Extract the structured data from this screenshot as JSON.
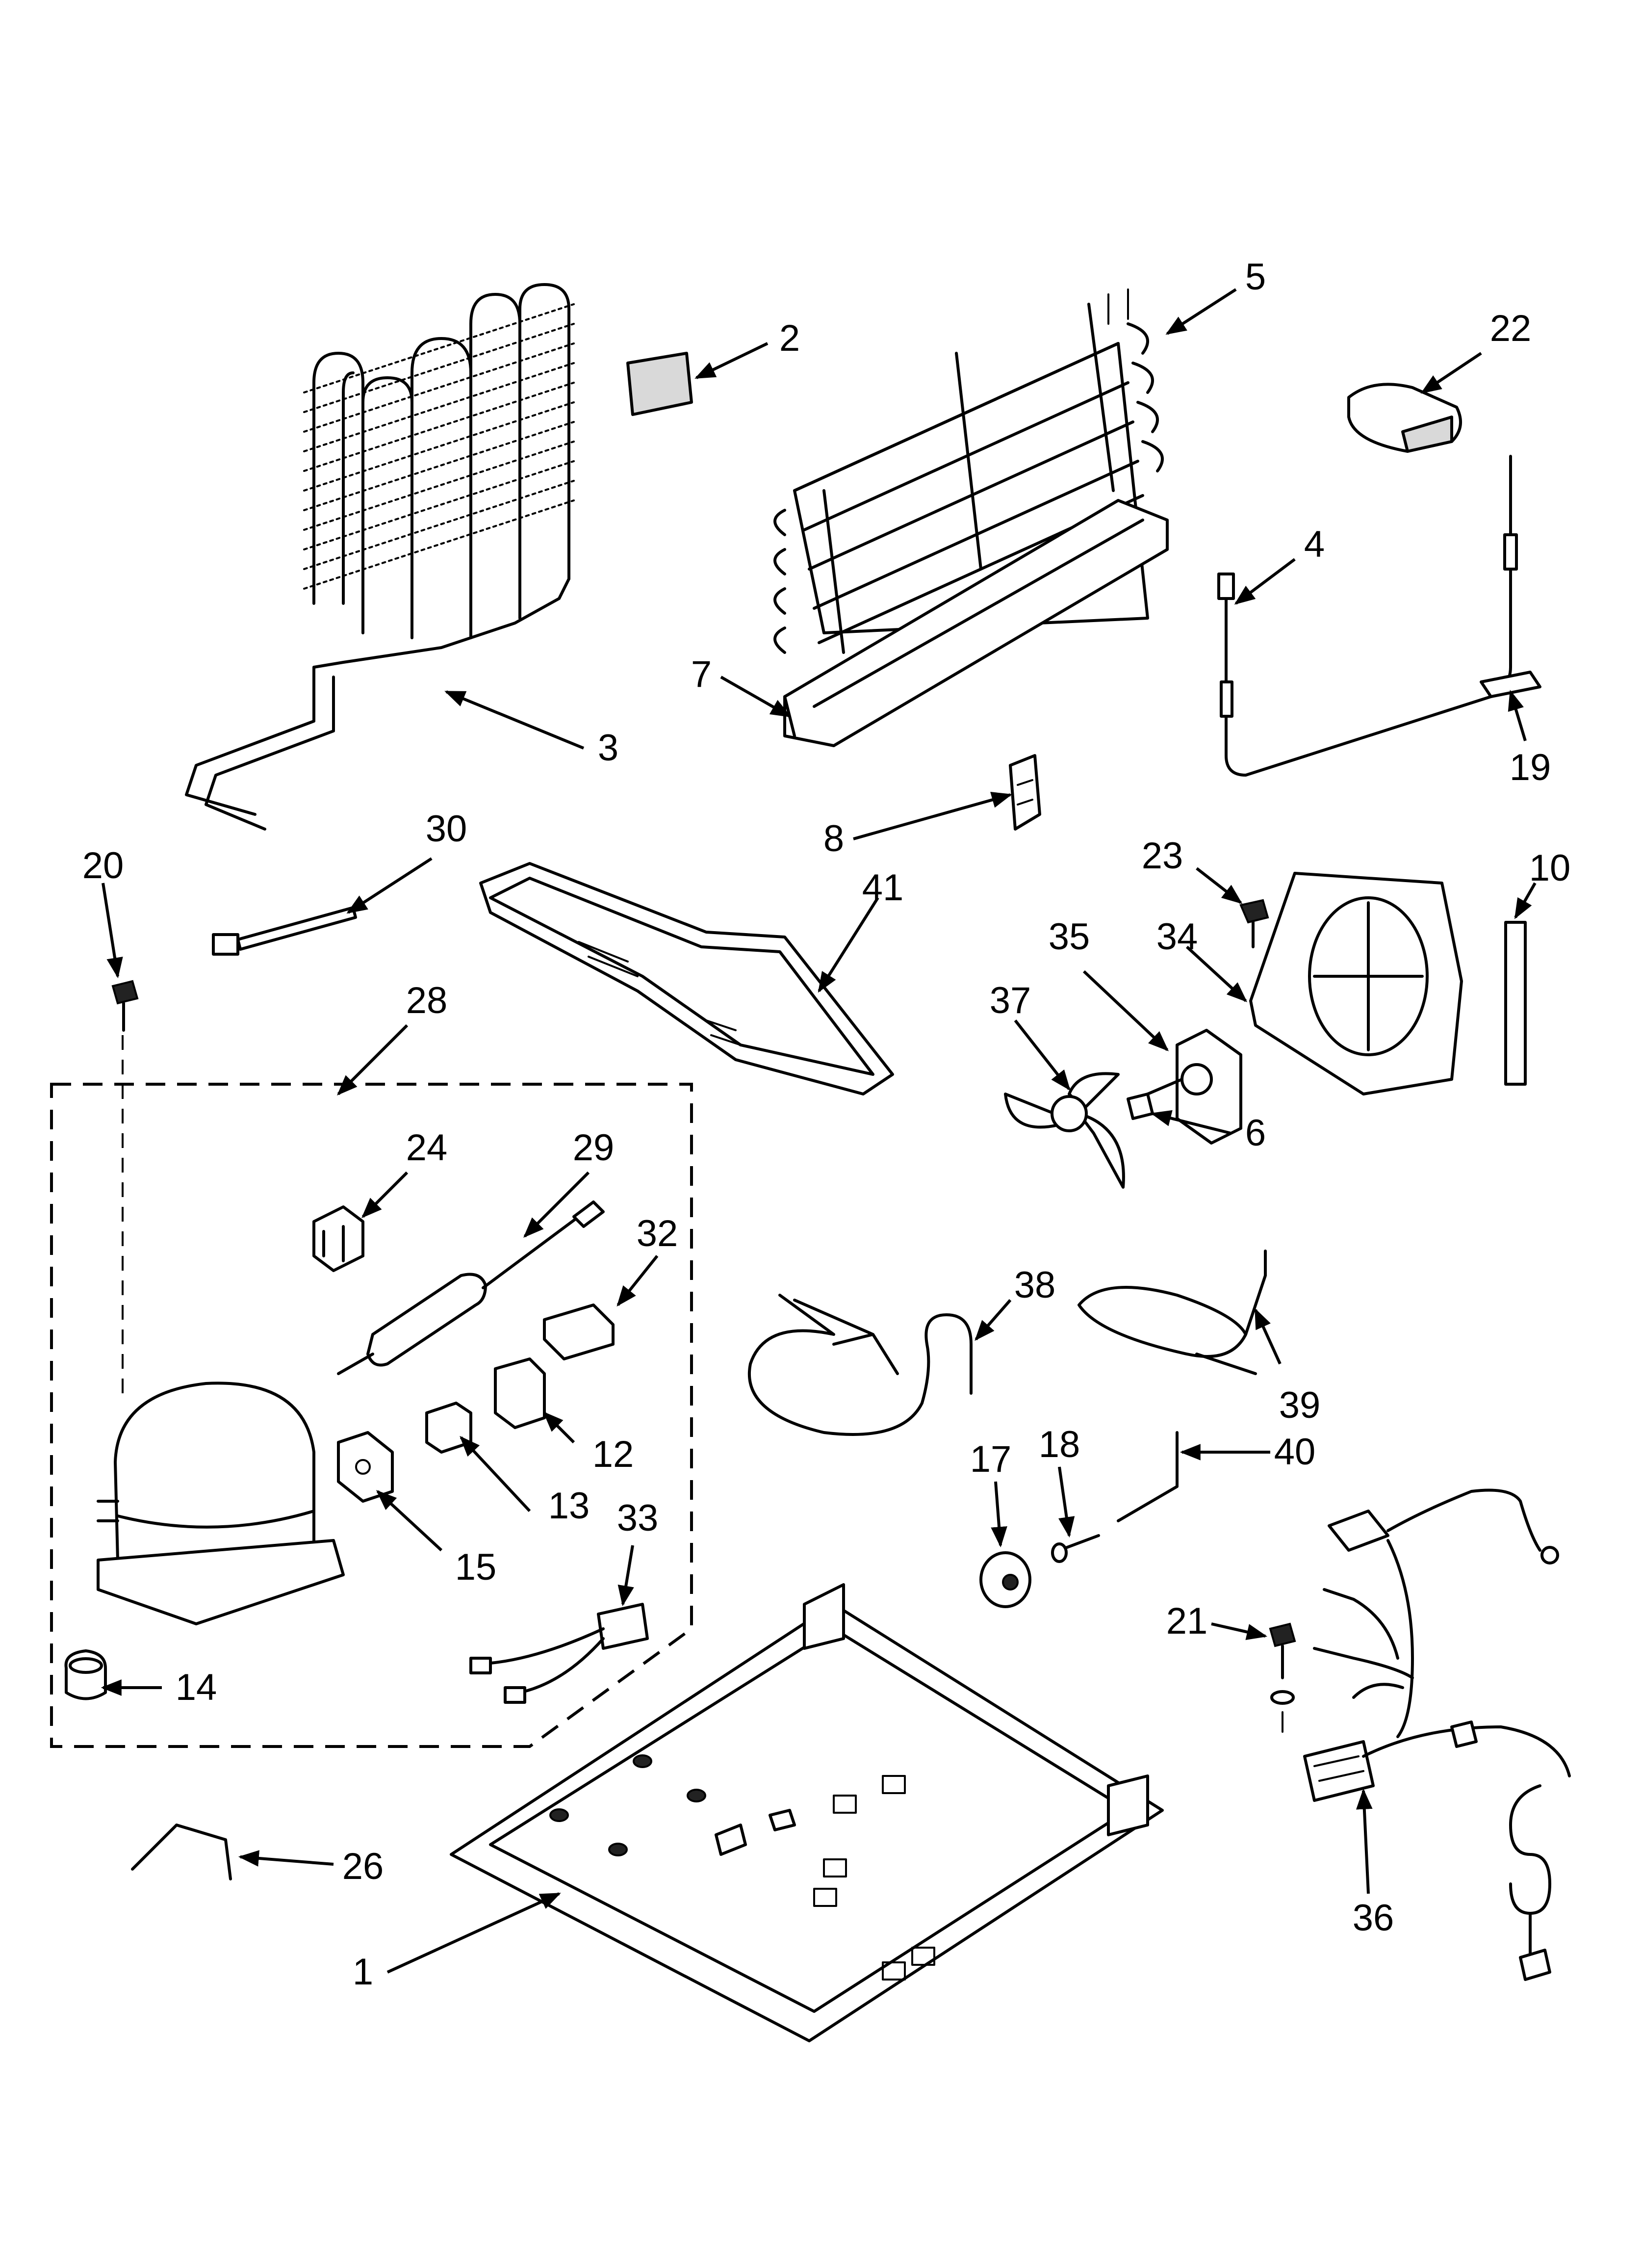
{
  "callouts": [
    {
      "id": "c1",
      "label": "1"
    },
    {
      "id": "c2",
      "label": "2"
    },
    {
      "id": "c3",
      "label": "3"
    },
    {
      "id": "c4",
      "label": "4"
    },
    {
      "id": "c5",
      "label": "5"
    },
    {
      "id": "c6",
      "label": "6"
    },
    {
      "id": "c7",
      "label": "7"
    },
    {
      "id": "c8",
      "label": "8"
    },
    {
      "id": "c10",
      "label": "10"
    },
    {
      "id": "c12",
      "label": "12"
    },
    {
      "id": "c13",
      "label": "13"
    },
    {
      "id": "c14",
      "label": "14"
    },
    {
      "id": "c15",
      "label": "15"
    },
    {
      "id": "c17",
      "label": "17"
    },
    {
      "id": "c18",
      "label": "18"
    },
    {
      "id": "c19",
      "label": "19"
    },
    {
      "id": "c20",
      "label": "20"
    },
    {
      "id": "c21",
      "label": "21"
    },
    {
      "id": "c22",
      "label": "22"
    },
    {
      "id": "c23",
      "label": "23"
    },
    {
      "id": "c24",
      "label": "24"
    },
    {
      "id": "c26",
      "label": "26"
    },
    {
      "id": "c28",
      "label": "28"
    },
    {
      "id": "c29",
      "label": "29"
    },
    {
      "id": "c30",
      "label": "30"
    },
    {
      "id": "c32",
      "label": "32"
    },
    {
      "id": "c33",
      "label": "33"
    },
    {
      "id": "c34",
      "label": "34"
    },
    {
      "id": "c35",
      "label": "35"
    },
    {
      "id": "c36",
      "label": "36"
    },
    {
      "id": "c37",
      "label": "37"
    },
    {
      "id": "c38",
      "label": "38"
    },
    {
      "id": "c39",
      "label": "39"
    },
    {
      "id": "c40",
      "label": "40"
    },
    {
      "id": "c41",
      "label": "41"
    }
  ]
}
